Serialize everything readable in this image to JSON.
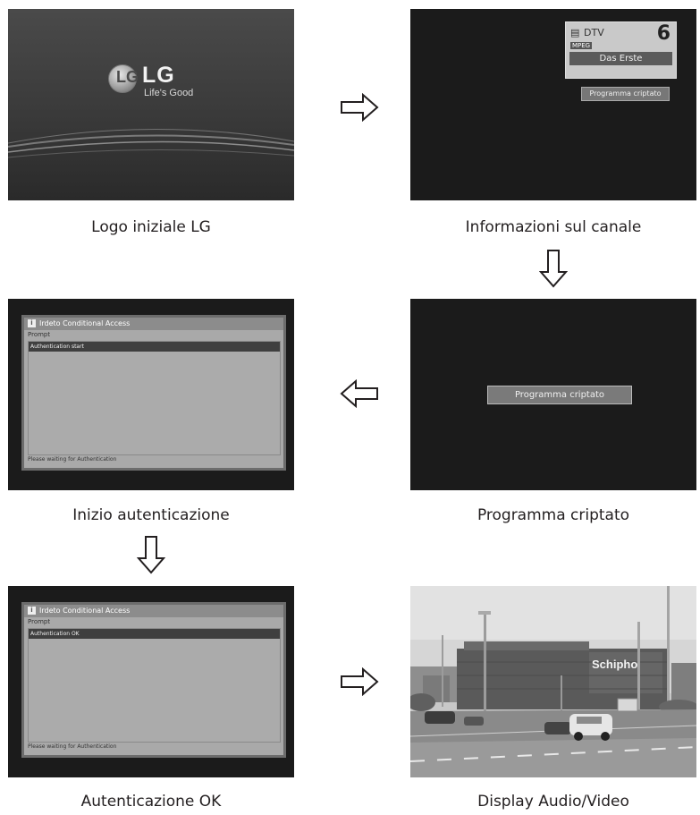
{
  "screens": {
    "logo": {
      "brand": "LG",
      "slogan": "Life's Good",
      "caption": "Logo iniziale LG"
    },
    "channel_info": {
      "source": "DTV",
      "channel_number": "6",
      "format_badge": "MPEG",
      "channel_name": "Das Erste",
      "status": "Programma criptato",
      "caption": "Informazioni sul canale"
    },
    "auth_start": {
      "window_title": "Irdeto Conditional Access",
      "prompt_label": "Prompt",
      "message": "Authentication start",
      "status": "Please waiting for Authentication",
      "caption": "Inizio autenticazione"
    },
    "encrypted": {
      "status": "Programma criptato",
      "caption": "Programma criptato"
    },
    "auth_ok": {
      "window_title": "Irdeto Conditional Access",
      "prompt_label": "Prompt",
      "message": "Authentication OK",
      "status": "Please waiting for Authentication",
      "caption": "Autenticazione OK"
    },
    "display": {
      "building_sign": "Schiphol",
      "caption": "Display Audio/Video"
    }
  },
  "arrows": [
    "right",
    "down",
    "left",
    "down",
    "right"
  ],
  "colors": {
    "text": "#231f20",
    "screen_bg": "#1b1b1b",
    "panel_bg": "#a9a9a9",
    "highlight_row": "#3f3f3f"
  }
}
